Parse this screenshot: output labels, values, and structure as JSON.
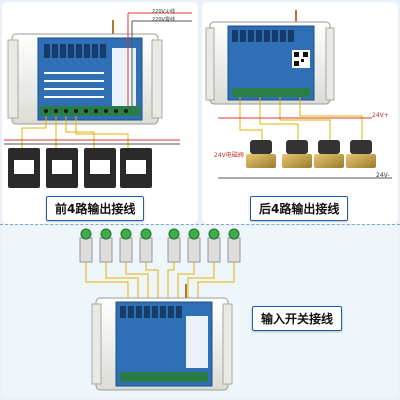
{
  "captions": {
    "top_left": "前4路输出接线",
    "top_right": "后4路输出接线",
    "bottom": "输入开关接线"
  },
  "wire_labels": {
    "live": "220V火线",
    "neutral": "220V零线",
    "v24_plus_top": "24V+",
    "v24_plus_bottom": "24V-",
    "valve": "24V电磁阀"
  },
  "colors": {
    "pcb": "#2e6fb6",
    "module_body": "#f2f2ee",
    "terminal": "#2a7d46",
    "wire_red": "#d83a33",
    "wire_yellow": "#e0b400",
    "contactor": "#2a2a2a",
    "valve": "#c9a24a",
    "button_green": "#3fae4a",
    "caption_border": "#1f5fa8"
  },
  "icons": [
    "relay-module-icon",
    "contactor-icon",
    "solenoid-valve-icon",
    "push-button-icon",
    "antenna-icon",
    "qr-code-icon"
  ],
  "counts": {
    "contactors": 4,
    "valves": 4,
    "buttons": 8
  }
}
